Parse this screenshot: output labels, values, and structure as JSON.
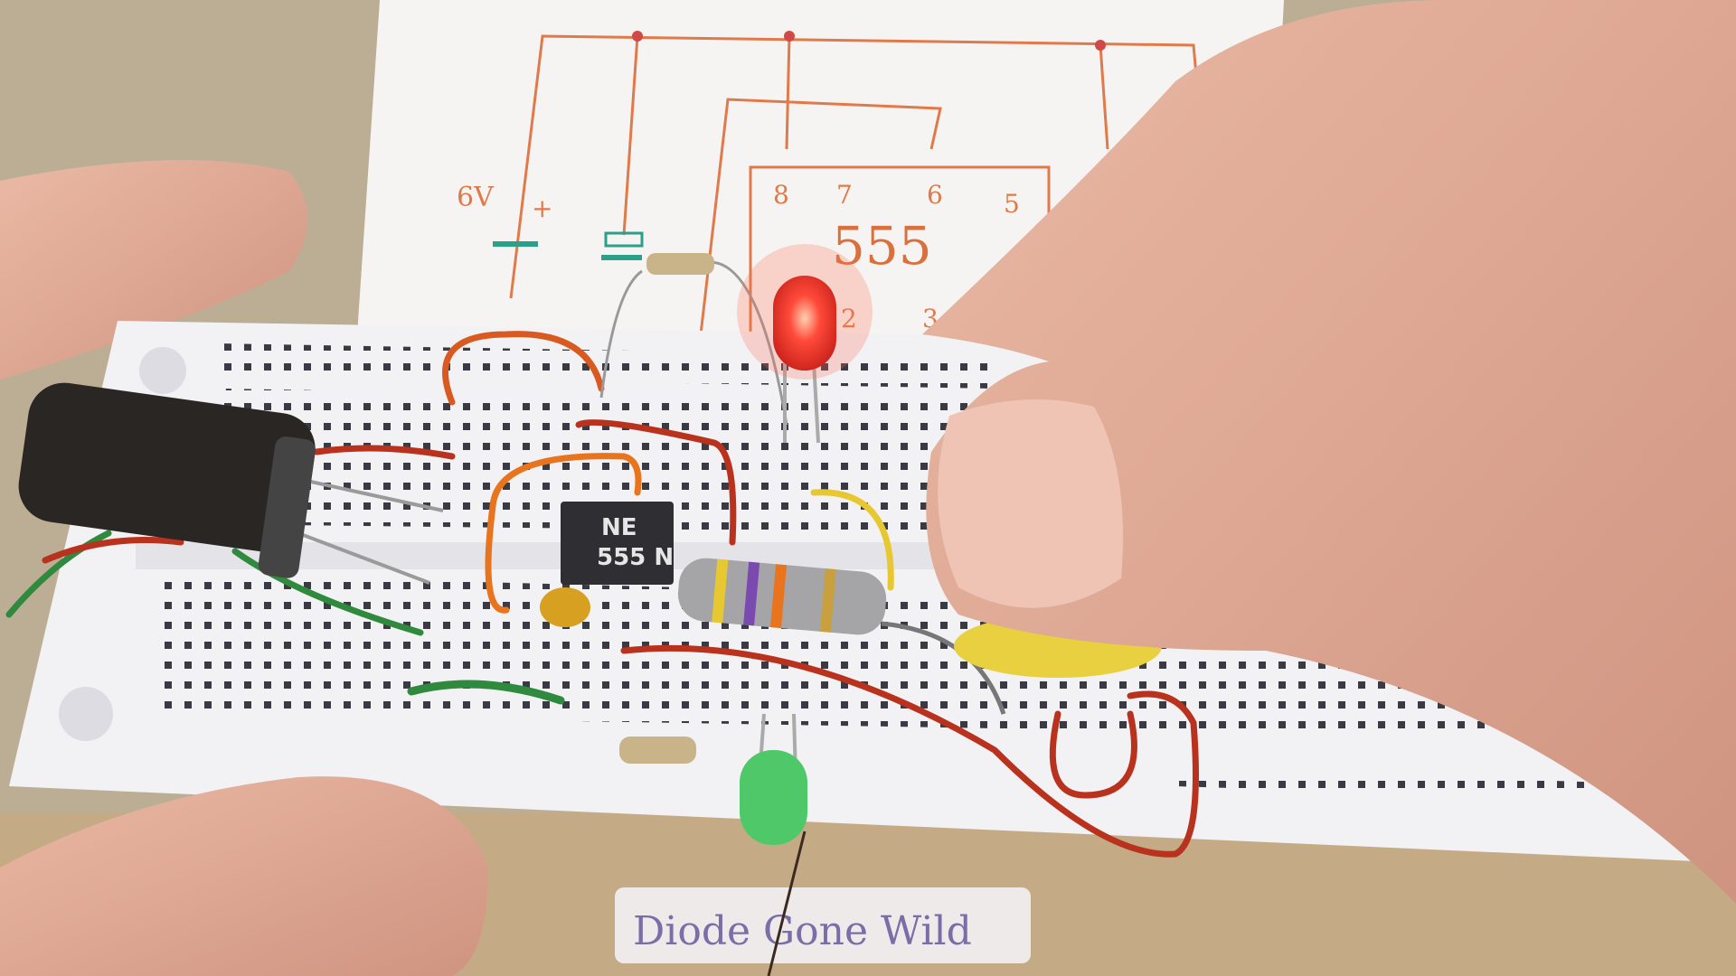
{
  "scene": {
    "description_label": "",
    "chip": {
      "line1": "NE",
      "line2": "555 N"
    },
    "schematic": {
      "ic_label": "555",
      "pins_top": [
        "8",
        "7",
        "6",
        "5"
      ],
      "pins_bottom": [
        "2",
        "3"
      ],
      "supply_label": "6V",
      "plus_sign": "+"
    },
    "watermark_label": "Diode Gone Wild",
    "colors": {
      "led_lit": "#ff4a3a",
      "led_green": "#4fc86a",
      "breadboard": "#f2f1f4",
      "schematic_ink": "#e07a4a",
      "wire_red": "#b8321e",
      "wire_orange": "#e8741e",
      "wire_green": "#2f8a3e",
      "wire_yellow": "#e8c830",
      "skin": "#e2ad98"
    }
  }
}
